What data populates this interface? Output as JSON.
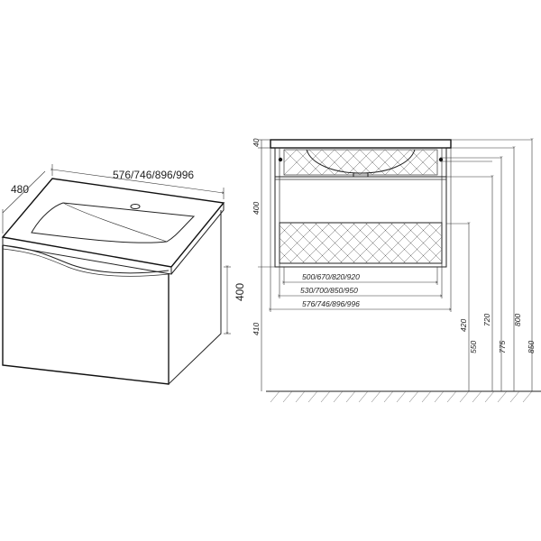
{
  "iso_view": {
    "depth_label": "480",
    "width_label": "576/746/896/996",
    "height_label": "400"
  },
  "front_view": {
    "top_thickness_label": "40",
    "drawer_height_label": "400",
    "mount_height_label": "410",
    "width_labels": [
      "500/670/820/920",
      "530/700/850/950",
      "576/746/896/996"
    ],
    "right_heights": [
      "420",
      "550",
      "720",
      "775",
      "800",
      "850"
    ]
  }
}
